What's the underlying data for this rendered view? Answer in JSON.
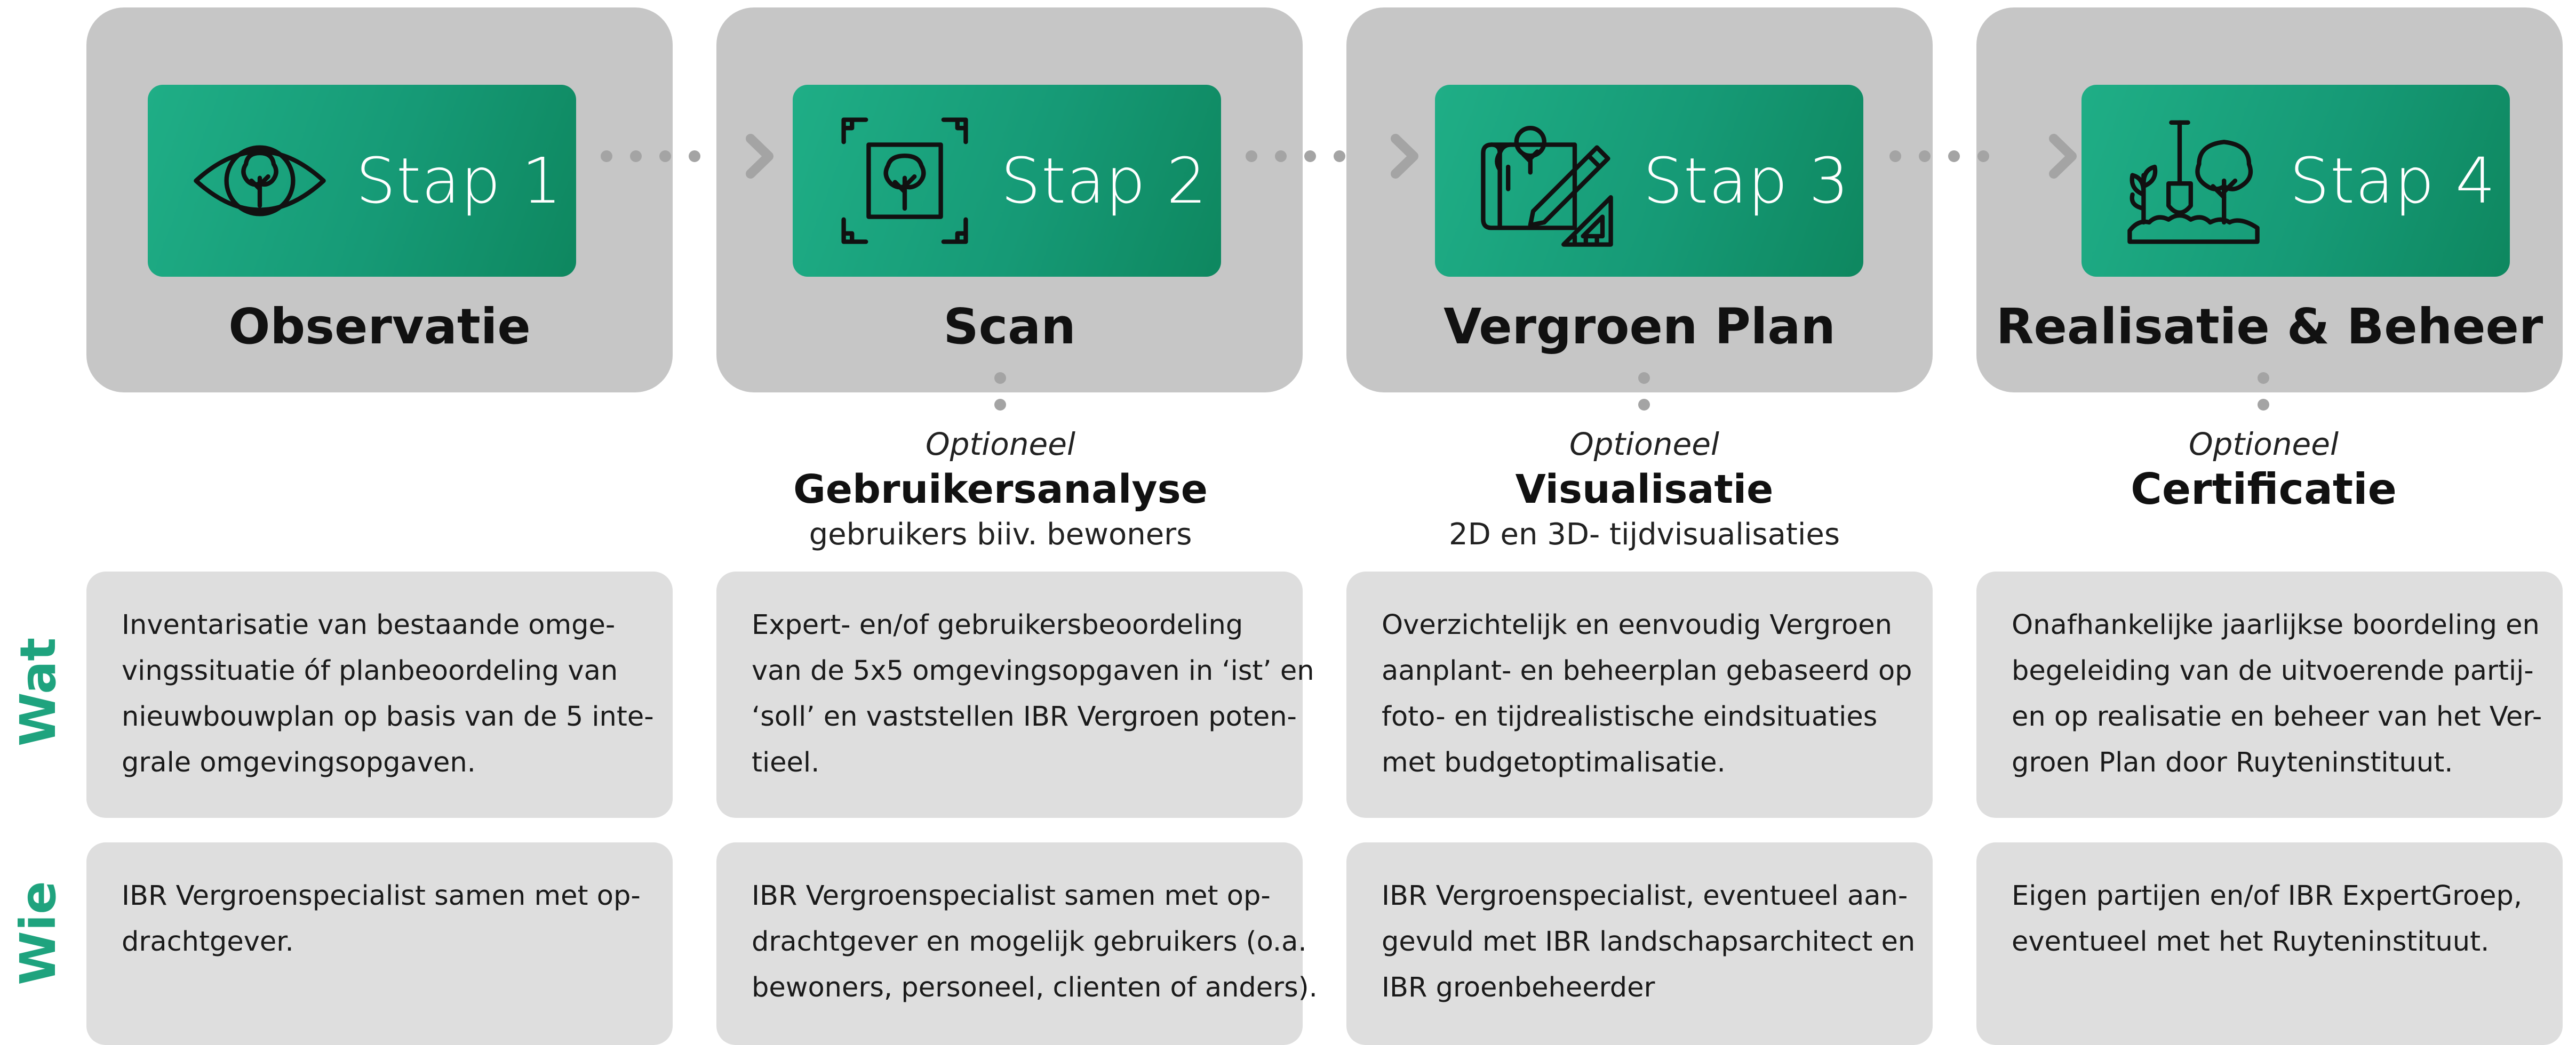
{
  "colors": {
    "accent": "#1fa37e",
    "phase_box": "#c6c6c6",
    "card": "#dedede",
    "connector": "#a4a4a4"
  },
  "phases": [
    {
      "stap": "Stap 1",
      "title": "Observatie",
      "icon": "eye-tree-icon"
    },
    {
      "stap": "Stap 2",
      "title": "Scan",
      "icon": "scan-frame-tree-icon"
    },
    {
      "stap": "Stap 3",
      "title": "Vergroen Plan",
      "icon": "blueprint-pencil-icon"
    },
    {
      "stap": "Stap 4",
      "title": "Realisatie & Beheer",
      "icon": "shovel-plant-tree-icon"
    }
  ],
  "optional": [
    {
      "kicker": "Optioneel",
      "title": "Gebruikersanalyse",
      "sub": "gebruikers biiv. bewoners"
    },
    {
      "kicker": "Optioneel",
      "title": "Visualisatie",
      "sub": "2D en 3D- tijdvisualisaties"
    },
    {
      "kicker": "Optioneel",
      "title": "Certificatie",
      "sub": ""
    }
  ],
  "row_labels": {
    "wat": "Wat",
    "wie": "Wie"
  },
  "wat": [
    [
      "Inventarisatie van bestaande omge-",
      "vingssituatie óf planbeoordeling van",
      "nieuwbouwplan op basis van de 5 inte-",
      "grale omgevingsopgaven."
    ],
    [
      "Expert- en/of gebruikersbeoordeling",
      "van de 5x5 omgevingsopgaven in ‘ist’ en",
      "‘soll’ en vaststellen IBR Vergroen poten-",
      "tieel."
    ],
    [
      "Overzichtelijk en eenvoudig Vergroen",
      "aanplant- en beheerplan gebaseerd op",
      "foto- en tijdrealistische eindsituaties",
      "met budgetoptimalisatie."
    ],
    [
      "Onafhankelijke jaarlijkse boordeling en",
      "begeleiding van de uitvoerende partij-",
      "en op realisatie en beheer van het Ver-",
      "groen Plan door Ruyteninstituut."
    ]
  ],
  "wie": [
    [
      "IBR Vergroenspecialist samen met op-",
      "drachtgever."
    ],
    [
      "IBR Vergroenspecialist samen met op-",
      "drachtgever en mogelijk gebruikers (o.a.",
      "bewoners, personeel, clienten of anders)."
    ],
    [
      "IBR Vergroenspecialist, eventueel aan-",
      "gevuld met IBR landschapsarchitect en",
      "IBR groenbeheerder"
    ],
    [
      "Eigen partijen en/of IBR ExpertGroep,",
      "eventueel met het Ruyteninstituut."
    ]
  ]
}
